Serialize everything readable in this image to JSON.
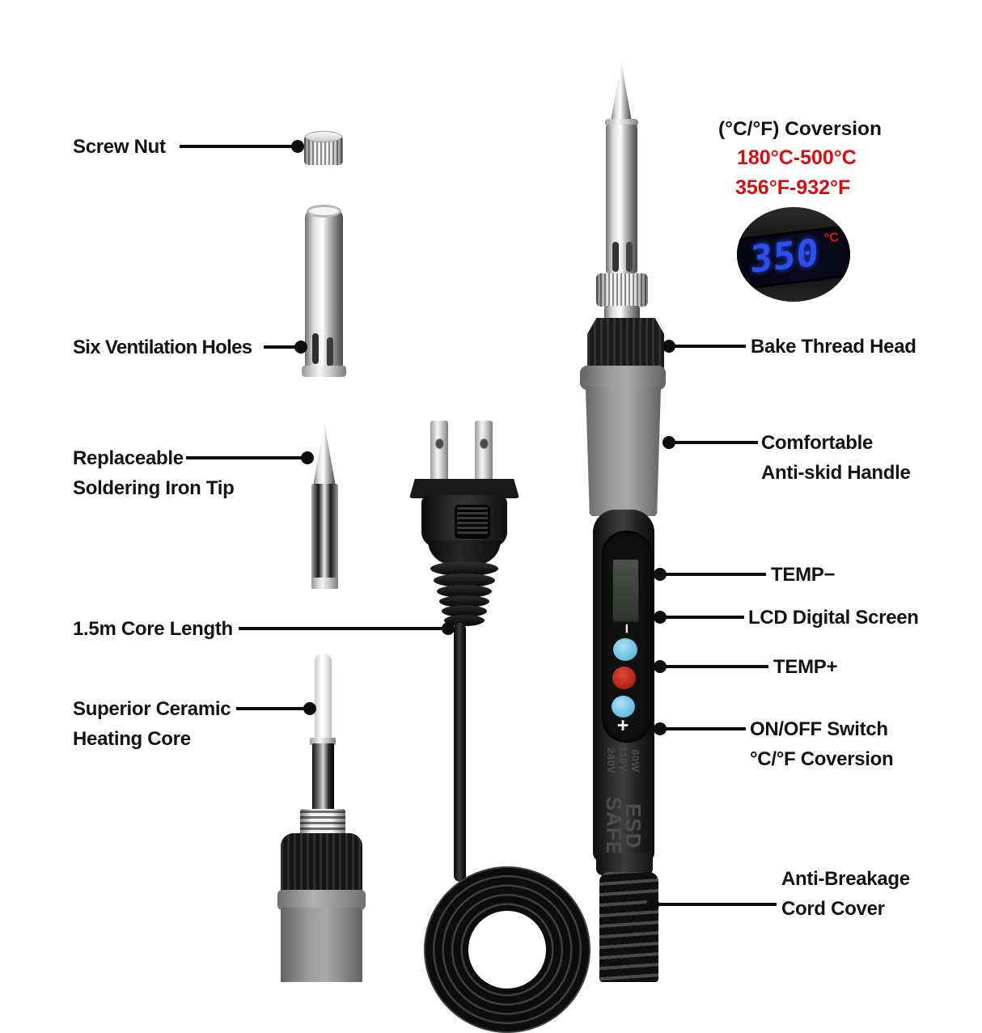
{
  "conversion": {
    "title": "(°C/°F) Coversion",
    "celsius_range": "180°C-500°C",
    "fahrenheit_range": "356°F-932°F"
  },
  "lcd_display": {
    "value": "350",
    "unit": "°C"
  },
  "labels_left": [
    {
      "lines": [
        "Screw Nut"
      ]
    },
    {
      "lines": [
        "Six Ventilation Holes"
      ]
    },
    {
      "lines": [
        "Replaceable",
        "Soldering Iron Tip"
      ]
    },
    {
      "lines": [
        "1.5m Core Length"
      ]
    },
    {
      "lines": [
        "Superior Ceramic",
        "Heating Core"
      ]
    }
  ],
  "labels_right": [
    {
      "lines": [
        "Bake Thread Head"
      ]
    },
    {
      "lines": [
        "Comfortable",
        "Anti-skid Handle"
      ]
    },
    {
      "lines": [
        "TEMP−"
      ]
    },
    {
      "lines": [
        "LCD Digital Screen"
      ]
    },
    {
      "lines": [
        "TEMP+"
      ]
    },
    {
      "lines": [
        "ON/OFF Switch",
        "°C/°F Coversion"
      ]
    },
    {
      "lines": [
        "Anti-Breakage",
        "Cord Cover"
      ]
    }
  ],
  "iron": {
    "print_wattage": "60W",
    "print_voltage": "110V-240V",
    "print_esd_1": "ESD",
    "print_esd_2": "SAFE",
    "minus_mark": "−",
    "plus_mark": "+"
  },
  "colors": {
    "accent_red": "#d40f12",
    "lcd_blue": "#2c50ee",
    "button_blue": "#7ecbe8",
    "button_red": "#c92418"
  }
}
